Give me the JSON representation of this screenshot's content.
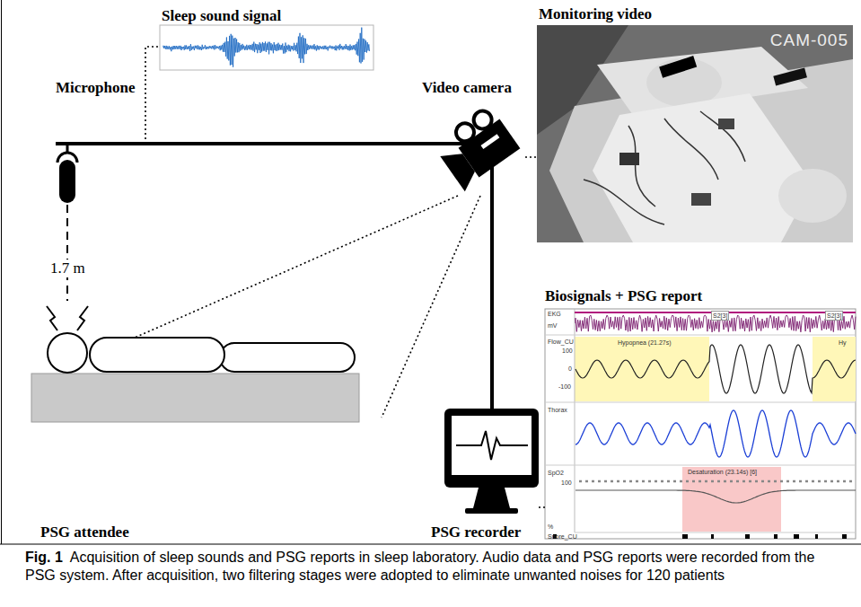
{
  "diagram": {
    "caption": "Acquisition of sleep sounds and PSG reports in sleep laboratory. Audio data and PSG reports were recorded from the PSG system. After acquisition, two filtering stages were adopted to eliminate unwanted noises for 120 patients",
    "nodes": [
      {
        "text": [
          "Sleep sound signal"
        ]
      },
      {
        "text": [
          "Monitoring video",
          "CAM-005"
        ]
      },
      {
        "text": [
          "Microphone"
        ]
      },
      {
        "text": [
          "Video camera"
        ]
      },
      {
        "text": [
          "Biosignals + PSG report"
        ]
      },
      {
        "text": [
          "PSG attendee"
        ]
      },
      {
        "text": [
          "PSG recorder"
        ]
      }
    ],
    "edges": [
      {
        "from": 2,
        "to": 0,
        "arrow": "none"
      },
      {
        "from": 2,
        "to": 3,
        "arrow": "none"
      },
      {
        "from": 3,
        "to": 1,
        "arrow": "none"
      },
      {
        "from": 2,
        "to": 5,
        "label": "1.7 m",
        "arrow": "none"
      },
      {
        "from": 3,
        "to": 5,
        "arrow": "none"
      },
      {
        "from": 3,
        "to": 6,
        "arrow": "none"
      },
      {
        "from": 6,
        "to": 4,
        "arrow": "none"
      }
    ],
    "labels": [
      "EKG",
      "mV",
      "S2[3]",
      "S2[3]",
      "Flow_CU",
      "100",
      "0",
      "-100",
      "Hypopnea (21.27s)",
      "Hy",
      "Thorax",
      "SpO2",
      "Desaturation (23.14s) [6]",
      "100",
      "%",
      "Snore_CU",
      "Fig. 1"
    ]
  }
}
